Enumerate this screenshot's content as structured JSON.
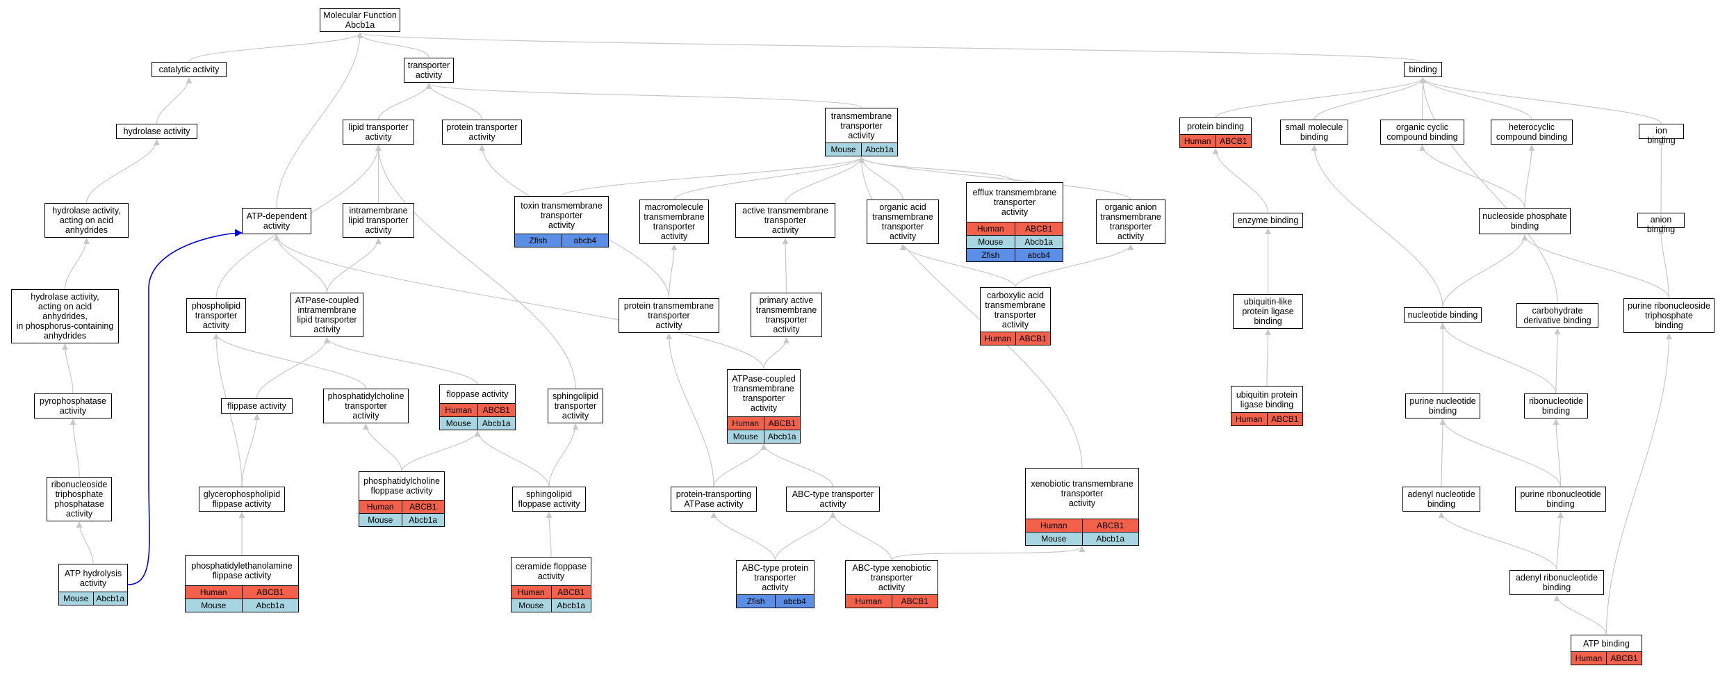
{
  "colors": {
    "Human": "#f4614a",
    "Mouse": "#a8d5e2",
    "Zfish": "#5b8fe6",
    "edge": "#c8c8c8",
    "highlight_edge": "#0000e0"
  },
  "nodes": [
    {
      "id": "mf",
      "label": "Molecular Function\nAbcb1a"
    },
    {
      "id": "catalytic",
      "label": "catalytic activity"
    },
    {
      "id": "transporter",
      "label": "transporter\nactivity"
    },
    {
      "id": "binding",
      "label": "binding"
    },
    {
      "id": "hydrolase",
      "label": "hydrolase activity"
    },
    {
      "id": "lipidtr",
      "label": "lipid transporter\nactivity"
    },
    {
      "id": "proteintr",
      "label": "protein transporter\nactivity"
    },
    {
      "id": "tmtr",
      "label": "transmembrane\ntransporter\nactivity",
      "rows": [
        [
          "Mouse",
          "Abcb1a"
        ]
      ]
    },
    {
      "id": "protbind",
      "label": "protein binding",
      "rows": [
        [
          "Human",
          "ABCB1"
        ]
      ]
    },
    {
      "id": "smallmol",
      "label": "small molecule\nbinding"
    },
    {
      "id": "orgcyclic",
      "label": "organic cyclic\ncompound binding"
    },
    {
      "id": "heterocyclic",
      "label": "heterocyclic\ncompound binding"
    },
    {
      "id": "ionbind",
      "label": "ion binding"
    },
    {
      "id": "hydanh",
      "label": "hydrolase activity,\nacting on acid\nanhydrides"
    },
    {
      "id": "atpdep",
      "label": "ATP-dependent\nactivity"
    },
    {
      "id": "intramem",
      "label": "intramembrane\nlipid transporter\nactivity"
    },
    {
      "id": "toxin",
      "label": "toxin transmembrane\ntransporter\nactivity",
      "rows": [
        [
          "Zfish",
          "abcb4"
        ]
      ]
    },
    {
      "id": "macromol",
      "label": "macromolecule\ntransmembrane\ntransporter\nactivity"
    },
    {
      "id": "activetm",
      "label": "active transmembrane\ntransporter\nactivity"
    },
    {
      "id": "orgacid",
      "label": "organic acid\ntransmembrane\ntransporter\nactivity"
    },
    {
      "id": "efflux",
      "label": "efflux transmembrane\ntransporter\nactivity",
      "rows": [
        [
          "Human",
          "ABCB1"
        ],
        [
          "Mouse",
          "Abcb1a"
        ],
        [
          "Zfish",
          "abcb4"
        ]
      ]
    },
    {
      "id": "organion",
      "label": "organic anion\ntransmembrane\ntransporter\nactivity"
    },
    {
      "id": "enzbind",
      "label": "enzyme binding"
    },
    {
      "id": "nucphos",
      "label": "nucleoside phosphate\nbinding"
    },
    {
      "id": "anionbind",
      "label": "anion binding"
    },
    {
      "id": "hydphos",
      "label": "hydrolase activity,\nacting on acid\nanhydrides,\nin phosphorus-containing\nanhydrides"
    },
    {
      "id": "phospholipid",
      "label": "phospholipid\ntransporter\nactivity"
    },
    {
      "id": "atpcoupintra",
      "label": "ATPase-coupled\nintramembrane\nlipid transporter\nactivity"
    },
    {
      "id": "proteintm",
      "label": "protein transmembrane\ntransporter\nactivity"
    },
    {
      "id": "primaryactive",
      "label": "primary active\ntransmembrane\ntransporter\nactivity"
    },
    {
      "id": "carboxylic",
      "label": "carboxylic acid\ntransmembrane\ntransporter\nactivity",
      "rows": [
        [
          "Human",
          "ABCB1"
        ]
      ]
    },
    {
      "id": "ubiqlike",
      "label": "ubiquitin-like\nprotein ligase\nbinding"
    },
    {
      "id": "nucbind",
      "label": "nucleotide binding"
    },
    {
      "id": "carbderiv",
      "label": "carbohydrate\nderivative binding"
    },
    {
      "id": "purinetri",
      "label": "purine ribonucleoside\ntriphosphate\nbinding"
    },
    {
      "id": "pyrophos",
      "label": "pyrophosphatase\nactivity"
    },
    {
      "id": "flippase",
      "label": "flippase activity"
    },
    {
      "id": "pctr",
      "label": "phosphatidylcholine\ntransporter\nactivity"
    },
    {
      "id": "floppase",
      "label": "floppase activity",
      "rows": [
        [
          "Human",
          "ABCB1"
        ],
        [
          "Mouse",
          "Abcb1a"
        ]
      ]
    },
    {
      "id": "sphingotr",
      "label": "sphingolipid\ntransporter\nactivity"
    },
    {
      "id": "atpcouptm",
      "label": "ATPase-coupled\ntransmembrane\ntransporter\nactivity",
      "rows": [
        [
          "Human",
          "ABCB1"
        ],
        [
          "Mouse",
          "Abcb1a"
        ]
      ]
    },
    {
      "id": "ubiqprot",
      "label": "ubiquitin protein\nligase binding",
      "rows": [
        [
          "Human",
          "ABCB1"
        ]
      ]
    },
    {
      "id": "purinenuc",
      "label": "purine nucleotide\nbinding"
    },
    {
      "id": "ribonuc",
      "label": "ribonucleotide\nbinding"
    },
    {
      "id": "ribotri",
      "label": "ribonucleoside\ntriphosphate\nphosphatase\nactivity"
    },
    {
      "id": "glycero",
      "label": "glycerophospholipid\nflippase activity"
    },
    {
      "id": "pcflop",
      "label": "phosphatidylcholine\nfloppase activity",
      "rows": [
        [
          "Human",
          "ABCB1"
        ],
        [
          "Mouse",
          "Abcb1a"
        ]
      ]
    },
    {
      "id": "sphingoflop",
      "label": "sphingolipid\nfloppase activity"
    },
    {
      "id": "protatpase",
      "label": "protein-transporting\nATPase activity"
    },
    {
      "id": "abctype",
      "label": "ABC-type transporter\nactivity"
    },
    {
      "id": "xenotm",
      "label": "xenobiotic transmembrane\ntransporter\nactivity",
      "rows": [
        [
          "Human",
          "ABCB1"
        ],
        [
          "Mouse",
          "Abcb1a"
        ]
      ]
    },
    {
      "id": "adenylnuc",
      "label": "adenyl nucleotide\nbinding"
    },
    {
      "id": "purineribonuc",
      "label": "purine ribonucleotide\nbinding"
    },
    {
      "id": "atphyd",
      "label": "ATP hydrolysis\nactivity",
      "rows": [
        [
          "Mouse",
          "Abcb1a"
        ]
      ]
    },
    {
      "id": "pe",
      "label": "phosphatidylethanolamine\nflippase activity",
      "rows": [
        [
          "Human",
          "ABCB1"
        ],
        [
          "Mouse",
          "Abcb1a"
        ]
      ]
    },
    {
      "id": "ceramide",
      "label": "ceramide floppase\nactivity",
      "rows": [
        [
          "Human",
          "ABCB1"
        ],
        [
          "Mouse",
          "Abcb1a"
        ]
      ]
    },
    {
      "id": "abcprot",
      "label": "ABC-type protein\ntransporter\nactivity",
      "rows": [
        [
          "Zfish",
          "abcb4"
        ]
      ]
    },
    {
      "id": "abcxeno",
      "label": "ABC-type xenobiotic\ntransporter\nactivity",
      "rows": [
        [
          "Human",
          "ABCB1"
        ]
      ]
    },
    {
      "id": "adenylribo",
      "label": "adenyl ribonucleotide\nbinding"
    },
    {
      "id": "atpbind",
      "label": "ATP binding",
      "rows": [
        [
          "Human",
          "ABCB1"
        ]
      ]
    }
  ],
  "edges": [
    [
      "catalytic",
      "mf"
    ],
    [
      "transporter",
      "mf"
    ],
    [
      "binding",
      "mf"
    ],
    [
      "atpdep",
      "mf"
    ],
    [
      "hydrolase",
      "catalytic"
    ],
    [
      "lipidtr",
      "transporter"
    ],
    [
      "proteintr",
      "transporter"
    ],
    [
      "tmtr",
      "transporter"
    ],
    [
      "protbind",
      "binding"
    ],
    [
      "smallmol",
      "binding"
    ],
    [
      "orgcyclic",
      "binding"
    ],
    [
      "heterocyclic",
      "binding"
    ],
    [
      "ionbind",
      "binding"
    ],
    [
      "carbderiv",
      "binding"
    ],
    [
      "hydanh",
      "hydrolase"
    ],
    [
      "intramem",
      "lipidtr"
    ],
    [
      "phospholipid",
      "lipidtr"
    ],
    [
      "sphingotr",
      "lipidtr"
    ],
    [
      "proteintm",
      "proteintr"
    ],
    [
      "toxin",
      "tmtr"
    ],
    [
      "macromol",
      "tmtr"
    ],
    [
      "activetm",
      "tmtr"
    ],
    [
      "orgacid",
      "tmtr"
    ],
    [
      "efflux",
      "tmtr"
    ],
    [
      "organion",
      "tmtr"
    ],
    [
      "xenotm",
      "tmtr"
    ],
    [
      "enzbind",
      "protbind"
    ],
    [
      "nucbind",
      "smallmol"
    ],
    [
      "nucphos",
      "orgcyclic"
    ],
    [
      "nucphos",
      "heterocyclic"
    ],
    [
      "anionbind",
      "ionbind"
    ],
    [
      "hydphos",
      "hydanh"
    ],
    [
      "atpcoupintra",
      "atpdep"
    ],
    [
      "atpcouptm",
      "atpdep"
    ],
    [
      "atpcoupintra",
      "intramem"
    ],
    [
      "proteintm",
      "macromol"
    ],
    [
      "primaryactive",
      "activetm"
    ],
    [
      "carboxylic",
      "orgacid"
    ],
    [
      "carboxylic",
      "organion"
    ],
    [
      "ubiqlike",
      "enzbind"
    ],
    [
      "nucbind",
      "nucphos"
    ],
    [
      "purinetri",
      "nucphos"
    ],
    [
      "purinetri",
      "anionbind"
    ],
    [
      "pyrophos",
      "hydphos"
    ],
    [
      "glycero",
      "phospholipid"
    ],
    [
      "pctr",
      "phospholipid"
    ],
    [
      "flippase",
      "atpcoupintra"
    ],
    [
      "floppase",
      "atpcoupintra"
    ],
    [
      "protatpase",
      "proteintm"
    ],
    [
      "atpcouptm",
      "primaryactive"
    ],
    [
      "ubiqprot",
      "ubiqlike"
    ],
    [
      "purinenuc",
      "nucbind"
    ],
    [
      "ribonuc",
      "nucbind"
    ],
    [
      "ribonuc",
      "carbderiv"
    ],
    [
      "atpbind",
      "purinetri"
    ],
    [
      "ribotri",
      "pyrophos"
    ],
    [
      "glycero",
      "flippase"
    ],
    [
      "pcflop",
      "pctr"
    ],
    [
      "pcflop",
      "floppase"
    ],
    [
      "sphingoflop",
      "floppase"
    ],
    [
      "sphingoflop",
      "sphingotr"
    ],
    [
      "protatpase",
      "atpcouptm"
    ],
    [
      "abctype",
      "atpcouptm"
    ],
    [
      "adenylnuc",
      "purinenuc"
    ],
    [
      "purineribonuc",
      "purinenuc"
    ],
    [
      "purineribonuc",
      "ribonuc"
    ],
    [
      "atphyd",
      "ribotri"
    ],
    [
      "atphyd",
      "atpdep"
    ],
    [
      "pe",
      "glycero"
    ],
    [
      "ceramide",
      "sphingoflop"
    ],
    [
      "abcprot",
      "protatpase"
    ],
    [
      "abcprot",
      "abctype"
    ],
    [
      "abcxeno",
      "abctype"
    ],
    [
      "abcxeno",
      "xenotm"
    ],
    [
      "adenylribo",
      "adenylnuc"
    ],
    [
      "adenylribo",
      "purineribonuc"
    ],
    [
      "atpbind",
      "adenylribo"
    ]
  ],
  "highlight_edge": [
    "atphyd",
    "atpdep"
  ]
}
